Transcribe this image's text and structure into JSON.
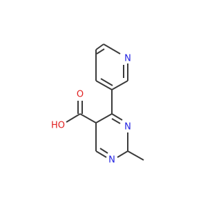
{
  "atoms": {
    "pyridine_n": {
      "symbol": "N",
      "color": "#1f1fe0"
    },
    "pyrimidine_n3": {
      "symbol": "N",
      "color": "#1f1fe0"
    },
    "pyrimidine_n1": {
      "symbol": "N",
      "color": "#1f1fe0"
    },
    "carboxyl_o_double": {
      "symbol": "O",
      "color": "#e01f1f"
    },
    "carboxyl_oh": {
      "symbol": "HO",
      "color": "#e01f1f"
    }
  },
  "bond_color": "#3a3a3a",
  "background": "#ffffff"
}
